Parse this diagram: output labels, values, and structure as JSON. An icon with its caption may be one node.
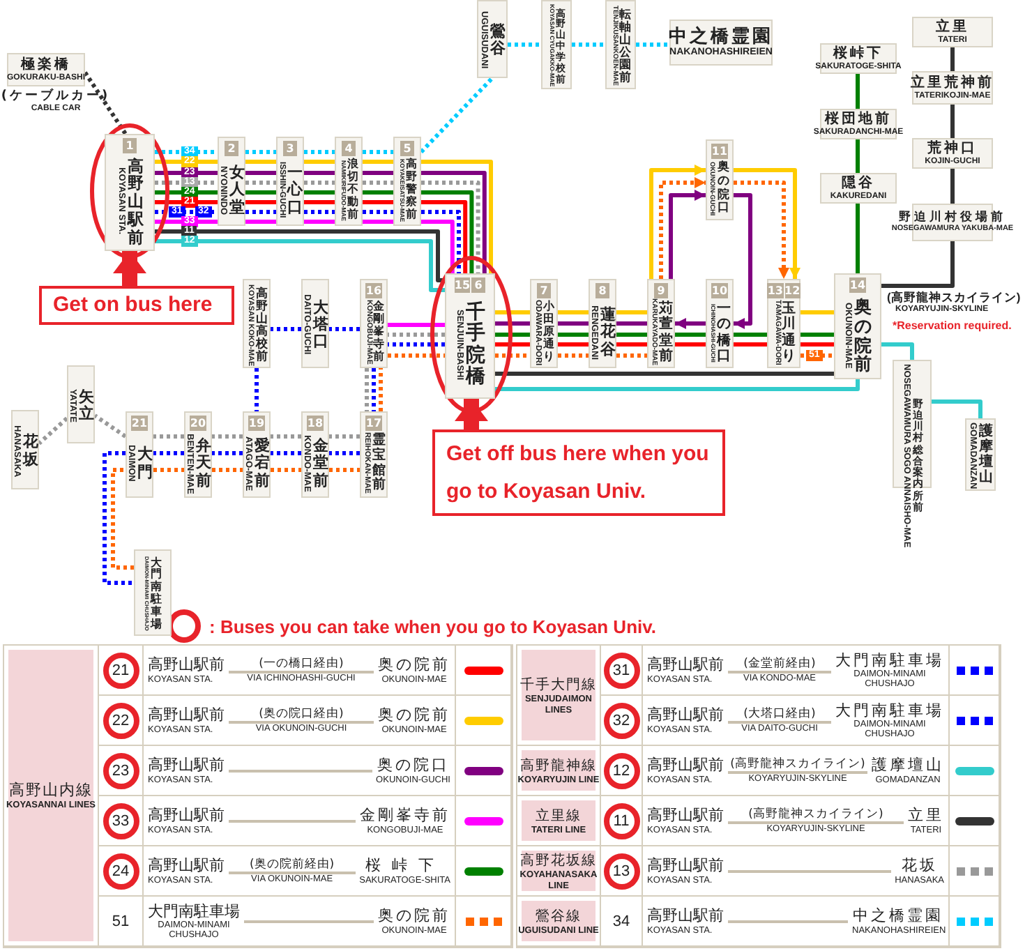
{
  "diagram": {
    "nodes": [
      {
        "text": [
          "極楽橋",
          "GOKURAKU-BASHI"
        ],
        "beside": [
          "(ケーブルカー)",
          "CABLE CAR"
        ]
      },
      {
        "text": [
          "鶯谷",
          "UGUISUDANI"
        ]
      },
      {
        "text": [
          "高野山中学校前",
          "KOYASAN CYUGAKKO-MAE"
        ]
      },
      {
        "text": [
          "転軸山公園前",
          "TENJIKUSANKOEN-MAE"
        ]
      },
      {
        "text": [
          "中之橋霊園",
          "NAKANOHASHIREIEN"
        ]
      },
      {
        "text": [
          "立里",
          "TATERI"
        ]
      },
      {
        "text": [
          "桜峠下",
          "SAKURATOGE-SHITA"
        ]
      },
      {
        "text": [
          "立里荒神前",
          "TATERIKOJIN-MAE"
        ]
      },
      {
        "text": [
          "桜団地前",
          "SAKURADANCHI-MAE"
        ]
      },
      {
        "text": [
          "荒神口",
          "KOJIN-GUCHI"
        ]
      },
      {
        "text": [
          "1",
          "高野山駅前",
          "KOYASAN STA."
        ]
      },
      {
        "text": [
          "2",
          "女人堂",
          "NYONINDO"
        ]
      },
      {
        "text": [
          "3",
          "一心口",
          "ISSHIN-GUCHI"
        ]
      },
      {
        "text": [
          "4",
          "浪切不動前",
          "NAMIKIRIFUDO-MAE"
        ]
      },
      {
        "text": [
          "5",
          "高野警察前",
          "KOYAKEISATSU-MAE"
        ]
      },
      {
        "text": [
          "11",
          "奥の院口",
          "OKUNOIN-GUCHI"
        ]
      },
      {
        "text": [
          "隠谷",
          "KAKUREDANI"
        ]
      },
      {
        "text": [
          "野迫川村役場前",
          "NOSEGAWAMURA YAKUBA-MAE"
        ]
      },
      {
        "text": [
          "Get on bus here"
        ]
      },
      {
        "text": [
          "高野山高校前",
          "KOYASAN KOKO-MAE"
        ]
      },
      {
        "text": [
          "大塔口",
          "DAITO-GUCHI"
        ]
      },
      {
        "text": [
          "16",
          "金剛峯寺前",
          "KONGOBUJI-MAE"
        ]
      },
      {
        "text": [
          "15",
          "6",
          "千手院橋",
          "SENJUIN-BASHI"
        ]
      },
      {
        "text": [
          "7",
          "小田原通り",
          "ODAWARA-DORI"
        ]
      },
      {
        "text": [
          "8",
          "蓮花谷",
          "RENGEDANI"
        ]
      },
      {
        "text": [
          "9",
          "苅萱堂前",
          "KARUKAYADO-MAE"
        ]
      },
      {
        "text": [
          "10",
          "一の橋口",
          "ICHINOHASHI-GUCHI"
        ]
      },
      {
        "text": [
          "13",
          "12",
          "玉川通り",
          "TAMAGAWA-DORI"
        ]
      },
      {
        "text": [
          "14",
          "奥の院前",
          "OKUNOIN-MAE"
        ]
      },
      {
        "text": [
          "野迫川村総合案内所前",
          "NOSEGAWAMURA SOGO ANNAISHO-MAE"
        ]
      },
      {
        "text": [
          "護摩壇山",
          "GOMADANZAN"
        ]
      },
      {
        "text": [
          "矢立",
          "YATATE"
        ]
      },
      {
        "text": [
          "花坂",
          "HANASAKA"
        ]
      },
      {
        "text": [
          "21",
          "大門",
          "DAIMON"
        ]
      },
      {
        "text": [
          "20",
          "弁天前",
          "BENTEN-MAE"
        ]
      },
      {
        "text": [
          "19",
          "愛宕前",
          "ATAGO-MAE"
        ]
      },
      {
        "text": [
          "18",
          "金堂前",
          "KONDO-MAE"
        ]
      },
      {
        "text": [
          "17",
          "霊宝館前",
          "REIHOKAN-MAE"
        ]
      },
      {
        "text": [
          "Get off bus here when you go to Koyasan Univ."
        ]
      },
      {
        "text": [
          "大門南駐車場",
          "DAIMON-MINAMI CHUSHAJO"
        ]
      }
    ],
    "edges": [
      {
        "from": 0,
        "to": 10,
        "arrow": "none",
        "style": "dashed",
        "color": "#333333"
      },
      {
        "from": 10,
        "to": 11,
        "arrow": "none",
        "style": "dashed",
        "color": "#00ccff"
      },
      {
        "from": 11,
        "to": 12,
        "arrow": "none",
        "style": "dashed",
        "color": "#00ccff"
      },
      {
        "from": 12,
        "to": 13,
        "arrow": "none",
        "style": "dashed",
        "color": "#00ccff"
      },
      {
        "from": 13,
        "to": 14,
        "arrow": "none",
        "style": "dashed",
        "color": "#00ccff"
      },
      {
        "from": 14,
        "to": 1,
        "arrow": "none",
        "style": "dashed",
        "color": "#00ccff"
      },
      {
        "from": 1,
        "to": 2,
        "arrow": "none",
        "style": "dashed",
        "color": "#00ccff"
      },
      {
        "from": 2,
        "to": 3,
        "arrow": "none",
        "style": "dashed",
        "color": "#00ccff"
      },
      {
        "from": 3,
        "to": 4,
        "arrow": "none",
        "style": "dashed",
        "color": "#00ccff"
      },
      {
        "from": 10,
        "to": 11,
        "arrow": "none",
        "color": "#ffcc00"
      },
      {
        "from": 11,
        "to": 12,
        "arrow": "none",
        "color": "#ffcc00"
      },
      {
        "from": 12,
        "to": 13,
        "arrow": "none",
        "color": "#ffcc00"
      },
      {
        "from": 13,
        "to": 14,
        "arrow": "none",
        "color": "#ffcc00"
      },
      {
        "from": 14,
        "to": 22,
        "arrow": "none",
        "color": "#ffcc00"
      },
      {
        "from": 10,
        "to": 11,
        "arrow": "none",
        "color": "#800080"
      },
      {
        "from": 11,
        "to": 12,
        "arrow": "none",
        "color": "#800080"
      },
      {
        "from": 12,
        "to": 13,
        "arrow": "none",
        "color": "#800080"
      },
      {
        "from": 13,
        "to": 14,
        "arrow": "none",
        "color": "#800080"
      },
      {
        "from": 14,
        "to": 22,
        "arrow": "none",
        "color": "#800080"
      },
      {
        "from": 10,
        "to": 11,
        "arrow": "none",
        "style": "dashed",
        "color": "#999999"
      },
      {
        "from": 11,
        "to": 12,
        "arrow": "none",
        "style": "dashed",
        "color": "#999999"
      },
      {
        "from": 12,
        "to": 13,
        "arrow": "none",
        "style": "dashed",
        "color": "#999999"
      },
      {
        "from": 13,
        "to": 14,
        "arrow": "none",
        "style": "dashed",
        "color": "#999999"
      },
      {
        "from": 14,
        "to": 22,
        "arrow": "none",
        "style": "dashed",
        "color": "#999999"
      },
      {
        "from": 10,
        "to": 11,
        "arrow": "none",
        "color": "#008000"
      },
      {
        "from": 11,
        "to": 12,
        "arrow": "none",
        "color": "#008000"
      },
      {
        "from": 12,
        "to": 13,
        "arrow": "none",
        "color": "#008000"
      },
      {
        "from": 13,
        "to": 14,
        "arrow": "none",
        "color": "#008000"
      },
      {
        "from": 14,
        "to": 22,
        "arrow": "none",
        "color": "#008000"
      },
      {
        "from": 10,
        "to": 11,
        "arrow": "none",
        "color": "#ff0000"
      },
      {
        "from": 11,
        "to": 12,
        "arrow": "none",
        "color": "#ff0000"
      },
      {
        "from": 12,
        "to": 13,
        "arrow": "none",
        "color": "#ff0000"
      },
      {
        "from": 13,
        "to": 14,
        "arrow": "none",
        "color": "#ff0000"
      },
      {
        "from": 14,
        "to": 22,
        "arrow": "none",
        "color": "#ff0000"
      },
      {
        "from": 10,
        "to": 11,
        "arrow": "none",
        "style": "dashed",
        "color": "#0000ff"
      },
      {
        "from": 11,
        "to": 12,
        "arrow": "none",
        "style": "dashed",
        "color": "#0000ff"
      },
      {
        "from": 12,
        "to": 13,
        "arrow": "none",
        "style": "dashed",
        "color": "#0000ff"
      },
      {
        "from": 13,
        "to": 14,
        "arrow": "none",
        "style": "dashed",
        "color": "#0000ff"
      },
      {
        "from": 14,
        "to": 22,
        "arrow": "none",
        "style": "dashed",
        "color": "#0000ff"
      },
      {
        "from": 10,
        "to": 11,
        "arrow": "none",
        "color": "#ff00ff"
      },
      {
        "from": 11,
        "to": 12,
        "arrow": "none",
        "color": "#ff00ff"
      },
      {
        "from": 12,
        "to": 13,
        "arrow": "none",
        "color": "#ff00ff"
      },
      {
        "from": 13,
        "to": 14,
        "arrow": "none",
        "color": "#ff00ff"
      },
      {
        "from": 14,
        "to": 22,
        "arrow": "none",
        "color": "#ff00ff"
      },
      {
        "from": 10,
        "to": 22,
        "arrow": "none",
        "color": "#333333"
      },
      {
        "from": 22,
        "to": 28,
        "arrow": "none",
        "color": "#333333"
      },
      {
        "from": 28,
        "to": 17,
        "arrow": "none",
        "color": "#333333"
      },
      {
        "from": 17,
        "to": 9,
        "arrow": "none",
        "color": "#333333"
      },
      {
        "from": 9,
        "to": 7,
        "arrow": "none",
        "color": "#333333"
      },
      {
        "from": 7,
        "to": 5,
        "arrow": "none",
        "color": "#333333"
      },
      {
        "from": 10,
        "to": 22,
        "arrow": "none",
        "color": "#33cccc"
      },
      {
        "from": 22,
        "to": 28,
        "arrow": "none",
        "color": "#33cccc"
      },
      {
        "from": 28,
        "to": 29,
        "arrow": "none",
        "color": "#33cccc"
      },
      {
        "from": 29,
        "to": 30,
        "arrow": "none",
        "color": "#33cccc"
      },
      {
        "from": 22,
        "to": 23,
        "arrow": "none",
        "color": "#ffcc00"
      },
      {
        "from": 23,
        "to": 24,
        "arrow": "none",
        "color": "#ffcc00"
      },
      {
        "from": 24,
        "to": 25,
        "arrow": "none",
        "color": "#ffcc00"
      },
      {
        "from": 25,
        "to": 15,
        "arrow": "to",
        "color": "#ffcc00"
      },
      {
        "from": 15,
        "to": 27,
        "arrow": "to",
        "color": "#ffcc00"
      },
      {
        "from": 27,
        "to": 28,
        "arrow": "none",
        "color": "#ffcc00"
      },
      {
        "from": 22,
        "to": 23,
        "arrow": "none",
        "color": "#800080"
      },
      {
        "from": 23,
        "to": 24,
        "arrow": "none",
        "color": "#800080"
      },
      {
        "from": 24,
        "to": 25,
        "arrow": "none",
        "color": "#800080"
      },
      {
        "from": 25,
        "to": 15,
        "arrow": "to",
        "color": "#800080"
      },
      {
        "from": 15,
        "to": 26,
        "arrow": "to",
        "color": "#800080"
      },
      {
        "from": 26,
        "to": 25,
        "arrow": "to",
        "color": "#800080"
      },
      {
        "from": 22,
        "to": 23,
        "arrow": "none",
        "color": "#008000"
      },
      {
        "from": 23,
        "to": 24,
        "arrow": "none",
        "color": "#008000"
      },
      {
        "from": 24,
        "to": 25,
        "arrow": "none",
        "color": "#008000"
      },
      {
        "from": 25,
        "to": 26,
        "arrow": "none",
        "color": "#008000"
      },
      {
        "from": 26,
        "to": 27,
        "arrow": "none",
        "color": "#008000"
      },
      {
        "from": 27,
        "to": 28,
        "arrow": "none",
        "color": "#008000"
      },
      {
        "from": 28,
        "to": 16,
        "arrow": "none",
        "color": "#008000"
      },
      {
        "from": 16,
        "to": 8,
        "arrow": "none",
        "color": "#008000"
      },
      {
        "from": 8,
        "to": 6,
        "arrow": "none",
        "color": "#008000"
      },
      {
        "from": 22,
        "to": 23,
        "arrow": "none",
        "color": "#ff0000"
      },
      {
        "from": 23,
        "to": 24,
        "arrow": "none",
        "color": "#ff0000"
      },
      {
        "from": 24,
        "to": 25,
        "arrow": "none",
        "color": "#ff0000"
      },
      {
        "from": 25,
        "to": 26,
        "arrow": "none",
        "color": "#ff0000"
      },
      {
        "from": 26,
        "to": 27,
        "arrow": "none",
        "color": "#ff0000"
      },
      {
        "from": 27,
        "to": 28,
        "arrow": "none",
        "color": "#ff0000"
      },
      {
        "from": 22,
        "to": 21,
        "arrow": "none",
        "style": "dashed",
        "color": "#999999"
      },
      {
        "from": 21,
        "to": 37,
        "arrow": "none",
        "style": "dashed",
        "color": "#999999"
      },
      {
        "from": 37,
        "to": 36,
        "arrow": "none",
        "style": "dashed",
        "color": "#999999"
      },
      {
        "from": 36,
        "to": 35,
        "arrow": "none",
        "style": "dashed",
        "color": "#999999"
      },
      {
        "from": 35,
        "to": 34,
        "arrow": "none",
        "style": "dashed",
        "color": "#999999"
      },
      {
        "from": 34,
        "to": 33,
        "arrow": "none",
        "style": "dashed",
        "color": "#999999"
      },
      {
        "from": 33,
        "to": 31,
        "arrow": "none",
        "style": "dashed",
        "color": "#999999"
      },
      {
        "from": 31,
        "to": 32,
        "arrow": "none",
        "style": "dashed",
        "color": "#999999"
      },
      {
        "from": 22,
        "to": 21,
        "arrow": "none",
        "style": "dashed",
        "color": "#0000ff"
      },
      {
        "from": 21,
        "to": 37,
        "arrow": "none",
        "style": "dashed",
        "color": "#0000ff"
      },
      {
        "from": 37,
        "to": 36,
        "arrow": "none",
        "style": "dashed",
        "color": "#0000ff"
      },
      {
        "from": 36,
        "to": 35,
        "arrow": "none",
        "style": "dashed",
        "color": "#0000ff"
      },
      {
        "from": 35,
        "to": 34,
        "arrow": "none",
        "style": "dashed",
        "color": "#0000ff"
      },
      {
        "from": 34,
        "to": 33,
        "arrow": "none",
        "style": "dashed",
        "color": "#0000ff"
      },
      {
        "from": 33,
        "to": 39,
        "arrow": "none",
        "style": "dashed",
        "color": "#0000ff"
      },
      {
        "from": 21,
        "to": 20,
        "arrow": "none",
        "style": "dashed",
        "color": "#0000ff"
      },
      {
        "from": 20,
        "to": 19,
        "arrow": "none",
        "style": "dashed",
        "color": "#0000ff"
      },
      {
        "from": 19,
        "to": 35,
        "arrow": "none",
        "style": "dashed",
        "color": "#0000ff"
      },
      {
        "from": 22,
        "to": 21,
        "arrow": "none",
        "color": "#ff00ff"
      },
      {
        "from": 39,
        "to": 33,
        "arrow": "none",
        "style": "dashed",
        "color": "#ff6600"
      },
      {
        "from": 33,
        "to": 34,
        "arrow": "none",
        "style": "dashed",
        "color": "#ff6600"
      },
      {
        "from": 34,
        "to": 35,
        "arrow": "none",
        "style": "dashed",
        "color": "#ff6600"
      },
      {
        "from": 35,
        "to": 36,
        "arrow": "none",
        "style": "dashed",
        "color": "#ff6600"
      },
      {
        "from": 36,
        "to": 37,
        "arrow": "none",
        "style": "dashed",
        "color": "#ff6600"
      },
      {
        "from": 37,
        "to": 21,
        "arrow": "none",
        "style": "dashed",
        "color": "#ff6600"
      },
      {
        "from": 21,
        "to": 22,
        "arrow": "none",
        "style": "dashed",
        "color": "#ff6600"
      },
      {
        "from": 22,
        "to": 23,
        "arrow": "none",
        "style": "dashed",
        "color": "#ff6600"
      },
      {
        "from": 23,
        "to": 24,
        "arrow": "none",
        "style": "dashed",
        "color": "#ff6600"
      },
      {
        "from": 24,
        "to": 25,
        "arrow": "none",
        "style": "dashed",
        "color": "#ff6600"
      },
      {
        "from": 25,
        "to": 15,
        "arrow": "to",
        "style": "dashed",
        "color": "#ff6600"
      },
      {
        "from": 15,
        "to": 27,
        "arrow": "to",
        "style": "dashed",
        "color": "#ff6600"
      },
      {
        "from": 27,
        "to": 28,
        "arrow": "none",
        "style": "dashed",
        "color": "#ff6600"
      },
      {
        "from": 18,
        "to": 10,
        "arrow": "to",
        "style": "thick",
        "color": "#e8232a"
      },
      {
        "from": 38,
        "to": 22,
        "arrow": "to",
        "style": "thick",
        "color": "#e8232a"
      }
    ],
    "labels": [
      "34",
      "22",
      "23",
      "13",
      "24",
      "21",
      "31",
      "32",
      "33",
      "11",
      "12",
      "51",
      "(高野龍神スカイライン)",
      "KOYARYUJIN-SKYLINE",
      "*Reservation required.",
      "高野山内線",
      "KOYASANNAI LINES",
      "高野山駅前",
      "KOYASAN STA.",
      "(一の橋口経由)",
      "VIA ICHINOHASHI-GUCHI",
      "奥の院前",
      "OKUNOIN-MAE",
      "高野山駅前",
      "KOYASAN STA.",
      "(奥の院口経由)",
      "VIA OKUNOIN-GUCHI",
      "奥の院前",
      "OKUNOIN-MAE",
      "高野山駅前",
      "KOYASAN STA.",
      "奥の院口",
      "OKUNOIN-GUCHI",
      "高野山駅前",
      "KOYASAN STA.",
      "金剛峯寺前",
      "KONGOBUJI-MAE",
      "高野山駅前",
      "KOYASAN STA.",
      "(奥の院前経由)",
      "VIA OKUNOIN-MAE",
      "桜峠下",
      "SAKURATOGE-SHITA",
      "大門南駐車場",
      "DAIMON-MINAMI CHUSHAJO",
      "奥の院前",
      "OKUNOIN-MAE",
      "千手大門線",
      "SENJUDAIMON LINES",
      "高野山駅前",
      "KOYASAN STA.",
      "(金堂前経由)",
      "VIA KONDO-MAE",
      "大門南駐車場",
      "DAIMON-MINAMI CHUSHAJO",
      "高野山駅前",
      "KOYASAN STA.",
      "(大塔口経由)",
      "VIA DAITO-GUCHI",
      "大門南駐車場",
      "DAIMON-MINAMI CHUSHAJO",
      "高野龍神線",
      "KOYARYUJIN LINE",
      "高野山駅前",
      "KOYASAN STA.",
      "(高野龍神スカイライン)",
      "KOYARYUJIN-SKYLINE",
      "護摩壇山",
      "GOMADANZAN",
      "立里線",
      "TATERI LINE",
      "高野山駅前",
      "KOYASAN STA.",
      "(高野龍神スカイライン)",
      "KOYARYUJIN-SKYLINE",
      "立里",
      "TATERI",
      "高野花坂線",
      "KOYAHANASAKA LINE",
      "高野山駅前",
      "KOYASAN STA.",
      "花坂",
      "HANASAKA",
      "鶯谷線",
      "UGUISUDANI LINE",
      "高野山駅前",
      "KOYASAN STA.",
      "中之橋霊園",
      "NAKANOHASHIREIEN"
    ],
    "legend": [
      {
        "text": ": Buses you can take when you go to Koyasan Univ."
      },
      {
        "text": "21",
        "color": "#ff0000"
      },
      {
        "text": "22",
        "color": "#ffcc00"
      },
      {
        "text": "23",
        "color": "#800080"
      },
      {
        "text": "33",
        "color": "#ff00ff"
      },
      {
        "text": "24",
        "color": "#008000"
      },
      {
        "text": "51",
        "color": "#ff6600"
      },
      {
        "text": "31",
        "color": "#0000ff"
      },
      {
        "text": "32",
        "color": "#0000ff"
      },
      {
        "text": "12",
        "color": "#33cccc"
      },
      {
        "text": "11",
        "color": "#333333"
      },
      {
        "text": "13",
        "color": "#999999"
      },
      {
        "text": "34",
        "color": "#00ccff"
      }
    ]
  }
}
